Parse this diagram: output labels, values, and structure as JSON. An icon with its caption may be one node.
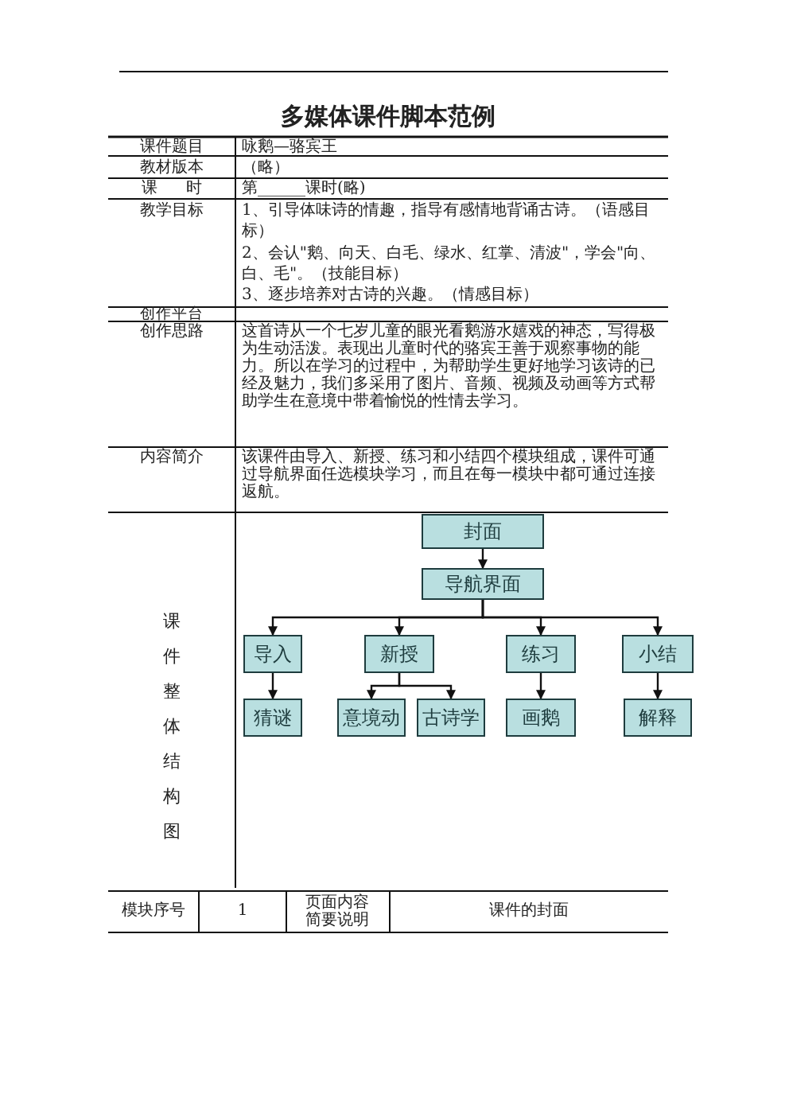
{
  "diagram": {
    "title": "多媒体课件脚本范例",
    "nodes": [
      {
        "text": [
          "封面"
        ]
      },
      {
        "text": [
          "导航界面"
        ]
      },
      {
        "text": [
          "导入"
        ]
      },
      {
        "text": [
          "新授"
        ]
      },
      {
        "text": [
          "练习"
        ]
      },
      {
        "text": [
          "小结"
        ]
      },
      {
        "text": [
          "猜谜"
        ]
      },
      {
        "text": [
          "意境动"
        ]
      },
      {
        "text": [
          "古诗学"
        ]
      },
      {
        "text": [
          "画鹅"
        ]
      },
      {
        "text": [
          "解释"
        ]
      }
    ],
    "edges": [
      {
        "from": 0,
        "to": 1,
        "arrow": "to"
      },
      {
        "from": 1,
        "to": 2,
        "arrow": "to"
      },
      {
        "from": 1,
        "to": 3,
        "arrow": "to"
      },
      {
        "from": 1,
        "to": 4,
        "arrow": "to"
      },
      {
        "from": 1,
        "to": 5,
        "arrow": "to"
      },
      {
        "from": 2,
        "to": 6,
        "arrow": "to"
      },
      {
        "from": 3,
        "to": 7,
        "arrow": "to"
      },
      {
        "from": 3,
        "to": 8,
        "arrow": "to"
      },
      {
        "from": 4,
        "to": 9,
        "arrow": "to"
      },
      {
        "from": 5,
        "to": 10,
        "arrow": "to"
      }
    ],
    "labels": [
      "课件题目",
      "咏鹅—骆宾王",
      "教材版本",
      "（略）",
      "课时",
      "第______课时(略)",
      "教学目标",
      "1、引导体味诗的情趣，指导有感情地背诵古诗。（语感目标）",
      "2、会认\"鹅、向天、白毛、绿水、红掌、清波\"，学会\"向、白、毛\"。（技能目标）",
      "3、逐步培养对古诗的兴趣。（情感目标）",
      "创作平台",
      "创作思路",
      "这首诗从一个七岁儿童的眼光看鹅游水嬉戏的神态，写得极为生动活泼。表现出儿童时代的骆宾王善于观察事物的能力。所以在学习的过程中，为帮助学生更好地学习该诗的已经及魅力，我们多采用了图片、音频、视频及动画等方式帮助学生在意境中带着愉悦的性情去学习。",
      "内容简介",
      "该课件由导入、新授、练习和小结四个模块组成，课件可通过导航界面任选模块学习，而且在每一模块中都可通过连接返航。",
      "课件整体结构图",
      "模块序号",
      "1",
      "页面内容简要说明",
      "课件的封面"
    ]
  }
}
